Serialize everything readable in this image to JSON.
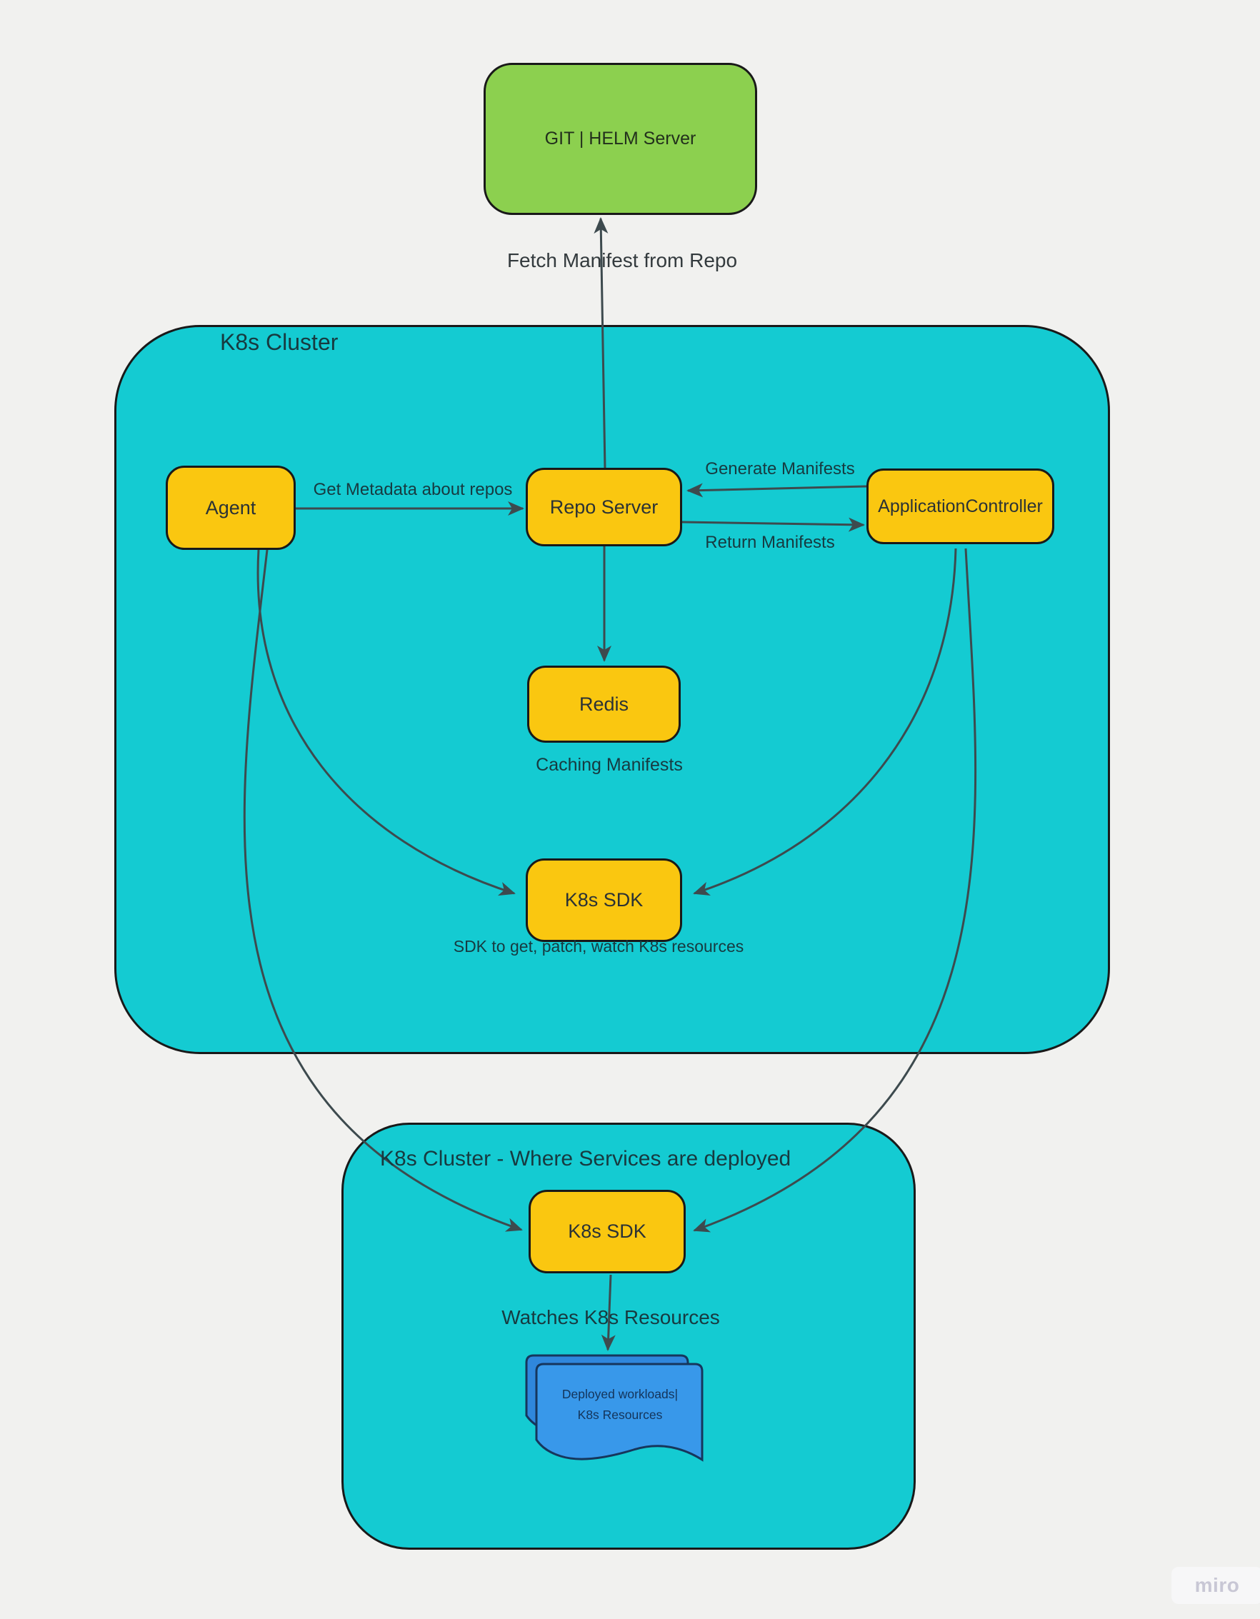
{
  "watermark": {
    "label": "miro"
  },
  "colors": {
    "canvas_bg": "#F1F1EF",
    "cluster_fill": "#14CBD2",
    "node_fill": "#FAC710",
    "git_fill": "#8CD04F",
    "doc_fill": "#3898EA",
    "doc_back_fill": "#2F87DC",
    "doc_border": "#16365C",
    "shape_border": "#191919",
    "connector": "#3D4A4E",
    "label_on_teal": "#173A40",
    "label_on_canvas": "#333A3D"
  },
  "clusters": {
    "main": {
      "title": "K8s Cluster"
    },
    "deploy": {
      "title": "K8s Cluster - Where Services are deployed"
    }
  },
  "nodes": {
    "git_server": {
      "label": "GIT | HELM Server"
    },
    "agent": {
      "label": "Agent"
    },
    "repo_server": {
      "label": "Repo Server"
    },
    "application_controller": {
      "label": "ApplicationController"
    },
    "redis": {
      "label": "Redis"
    },
    "k8s_sdk_main": {
      "label": "K8s SDK"
    },
    "k8s_sdk_deploy": {
      "label": "K8s SDK"
    },
    "workloads_doc": {
      "line1": "Deployed workloads|",
      "line2": "K8s Resources"
    }
  },
  "edge_labels": {
    "fetch_manifest": "Fetch Manifest from Repo",
    "get_metadata": "Get Metadata about repos",
    "generate_manifests": "Generate Manifests",
    "return_manifests": "Return Manifests",
    "caching_manifests": "Caching Manifests",
    "sdk_caption": "SDK to get, patch, watch K8s resources",
    "watches_k8s": "Watches K8s Resources"
  },
  "edges": [
    {
      "from": "repo_server",
      "to": "git_server",
      "label": "Fetch Manifest from Repo"
    },
    {
      "from": "agent",
      "to": "repo_server",
      "label": "Get Metadata about repos"
    },
    {
      "from": "application_controller",
      "to": "repo_server",
      "label": "Generate Manifests"
    },
    {
      "from": "repo_server",
      "to": "application_controller",
      "label": "Return Manifests"
    },
    {
      "from": "repo_server",
      "to": "redis",
      "label": "Caching Manifests"
    },
    {
      "from": "agent",
      "to": "k8s_sdk_main",
      "label": ""
    },
    {
      "from": "application_controller",
      "to": "k8s_sdk_main",
      "label": ""
    },
    {
      "from": "agent",
      "to": "k8s_sdk_deploy",
      "label": ""
    },
    {
      "from": "application_controller",
      "to": "k8s_sdk_deploy",
      "label": ""
    },
    {
      "from": "k8s_sdk_deploy",
      "to": "workloads_doc",
      "label": "Watches K8s Resources"
    }
  ]
}
